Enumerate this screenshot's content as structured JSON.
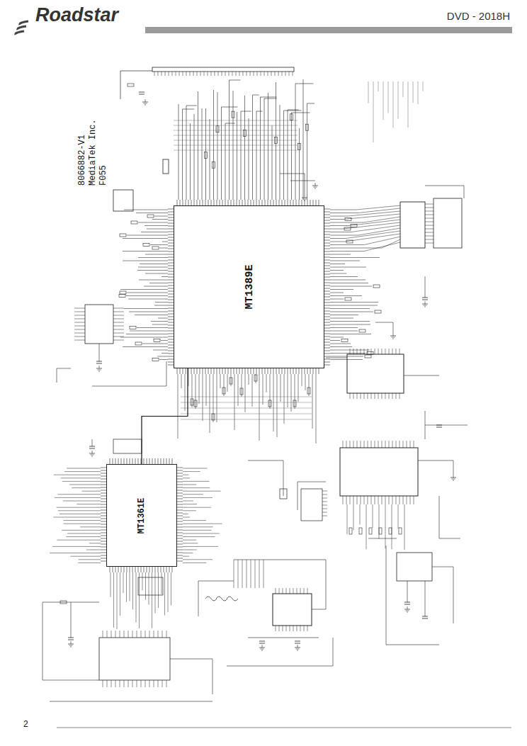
{
  "diagram": {
    "title": "DVD - 2018H",
    "nodes": [
      {
        "text": [
          "MT1389E"
        ]
      },
      {
        "text": [
          "MT1361E"
        ]
      }
    ],
    "edges": [
      {
        "from": 0,
        "to": 1,
        "arrow": "none"
      }
    ],
    "labels": [
      "Roadstar",
      "8066882-V1",
      "MediaTek Inc.",
      "F055",
      "2"
    ]
  }
}
